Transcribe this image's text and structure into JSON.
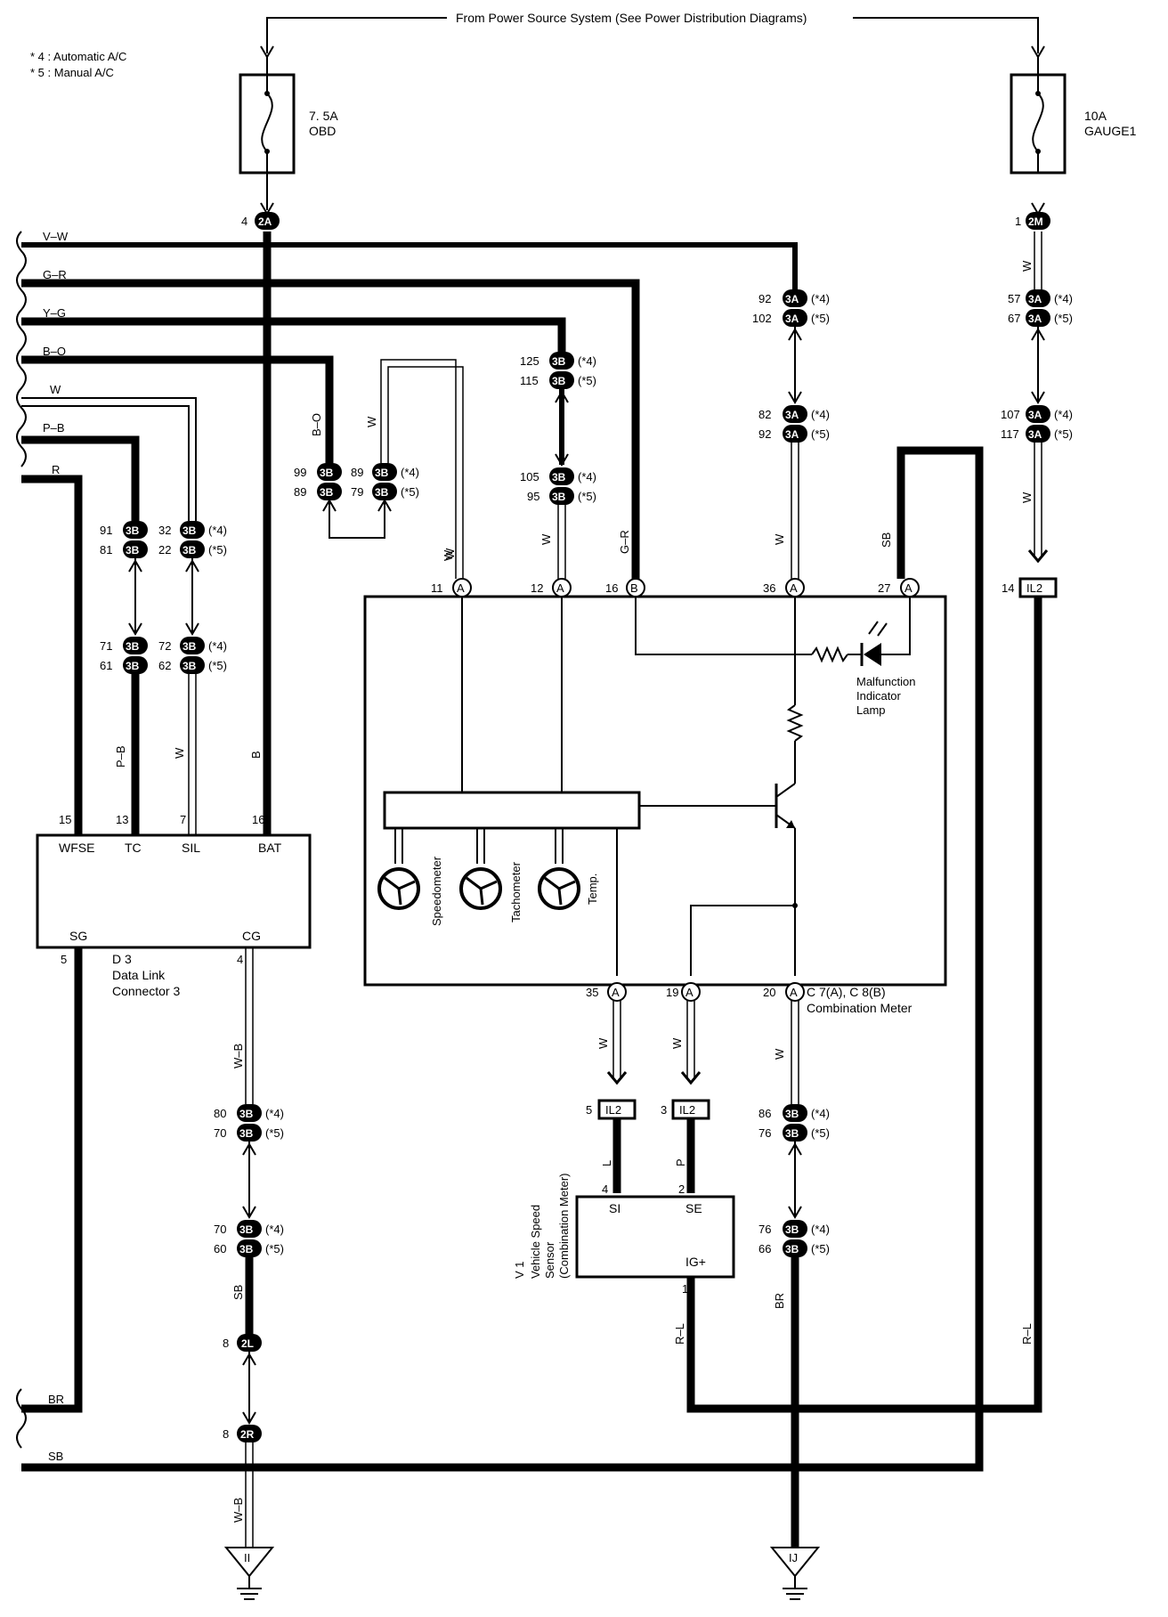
{
  "header": {
    "power_source": "From Power Source System (See Power Distribution Diagrams)"
  },
  "notes": [
    "* 4 : Automatic A/C",
    "* 5 : Manual A/C"
  ],
  "fuses": [
    {
      "amp": "7. 5A",
      "name": "OBD"
    },
    {
      "amp": "10A",
      "name": "GAUGE1"
    }
  ],
  "left_wires": [
    "V–W",
    "G–R",
    "Y–G",
    "B–O",
    "W",
    "P–B",
    "R"
  ],
  "connectors": {
    "c2A": "2A",
    "c2M": "2M",
    "c3A": "3A",
    "c3B": "3B",
    "cA": "A",
    "cB": "B",
    "cIL2": "IL2",
    "c2L": "2L",
    "c2R": "2R",
    "gII": "II",
    "gIJ": "IJ"
  },
  "variant_tags": {
    "auto": "(*4)",
    "manual": "(*5)"
  },
  "pins": {
    "p4": "4",
    "p1": "1",
    "p92": "92",
    "p102": "102",
    "p82": "82",
    "p92b": "92",
    "p57": "57",
    "p67": "67",
    "p107": "107",
    "p117": "117",
    "p125": "125",
    "p115": "115",
    "p105": "105",
    "p95": "95",
    "p99": "99",
    "p89": "89",
    "p89b": "89",
    "p79": "79",
    "p91": "91",
    "p81": "81",
    "p32": "32",
    "p22": "22",
    "p71": "71",
    "p61": "61",
    "p72": "72",
    "p62": "62",
    "p11": "11",
    "p12": "12",
    "p16": "16",
    "p36": "36",
    "p27": "27",
    "p14": "14",
    "p15": "15",
    "p13": "13",
    "p7": "7",
    "p16b": "16",
    "p5": "5",
    "p4b": "4",
    "p35": "35",
    "p19": "19",
    "p20": "20",
    "p80": "80",
    "p70": "70",
    "p70b": "70",
    "p60": "60",
    "p8": "8",
    "p8b": "8",
    "p5b": "5",
    "p3": "3",
    "p86": "86",
    "p76": "76",
    "p76b": "76",
    "p66": "66",
    "p4c": "4",
    "p2": "2",
    "p1b": "1"
  },
  "wire_colors": {
    "w_bo": "B–O",
    "w_w1": "W",
    "w_w2": "W",
    "w_w3": "W",
    "w_gr": "G–R",
    "w_w4": "W",
    "w_sb": "SB",
    "w_w5": "W",
    "w_pb": "P–B",
    "w_w6": "W",
    "w_b": "B",
    "w_wb": "W–B",
    "w_sb2": "SB",
    "w_wb2": "W–B",
    "w_w7": "W",
    "w_w8": "W",
    "w_w9": "W",
    "w_l": "L",
    "w_p": "P",
    "w_rl": "R–L",
    "w_br": "BR",
    "w_rl2": "R–L",
    "w_br2": "BR",
    "w_sb3": "SB"
  },
  "dlc": {
    "terminals_top": [
      "WFSE",
      "TC",
      "SIL",
      "BAT"
    ],
    "terminals_bottom": [
      "SG",
      "CG"
    ],
    "id": "D 3",
    "name_line1": "Data Link",
    "name_line2": "Connector 3"
  },
  "meter": {
    "gauges": [
      "Speedometer",
      "Tachometer",
      "Temp."
    ],
    "lamp_line1": "Malfunction",
    "lamp_line2": "Indicator",
    "lamp_line3": "Lamp",
    "id": "C 7(A), C 8(B)",
    "name": "Combination Meter"
  },
  "sensor": {
    "id": "V 1",
    "line1": "Vehicle Speed",
    "line2": "Sensor",
    "line3": "(Combination Meter)",
    "terminals": [
      "SI",
      "SE",
      "IG+"
    ]
  },
  "colors": {
    "line": "#000000",
    "background": "#ffffff"
  }
}
